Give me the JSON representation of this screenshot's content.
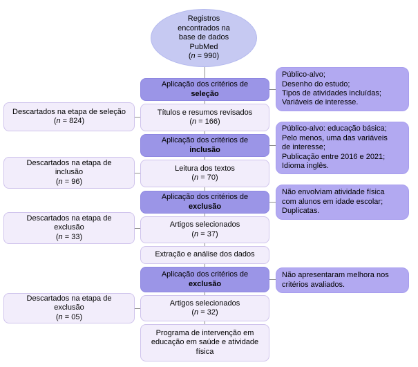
{
  "diagram": {
    "start": {
      "text": "Registros\nencontrados na\nbase de dados\nPubMed\n(n = 990)"
    },
    "steps": [
      {
        "text": "Aplicação dos critérios de\nseleção"
      },
      {
        "text": "Títulos e resumos revisados\n(n = 166)"
      },
      {
        "text": "Aplicação dos critérios de\ninclusão"
      },
      {
        "text": "Leitura dos textos\n(n = 70)"
      },
      {
        "text": "Aplicação dos critérios de\nexclusão"
      },
      {
        "text": "Artigos selecionados\n(n = 37)"
      },
      {
        "text": "Extração e análise dos dados"
      },
      {
        "text": "Aplicação dos critérios de\nexclusão"
      },
      {
        "text": "Artigos selecionados\n(n = 32)"
      },
      {
        "text": "Programa de intervenção em\neducação em saúde e atividade\nfísica"
      }
    ],
    "discarded": [
      {
        "text": "Descartados na etapa de seleção\n(n = 824)"
      },
      {
        "text": "Descartados na etapa de\ninclusão\n(n = 96)"
      },
      {
        "text": "Descartados na etapa de\nexclusão\n(n = 33)"
      },
      {
        "text": "Descartados na etapa de\nexclusão\n(n = 05)"
      }
    ],
    "criteria_notes": [
      {
        "text": "Público-alvo;\nDesenho do estudo;\nTipos de atividades incluídas;\nVariáveis de interesse."
      },
      {
        "text": "Público-alvo: educação básica;\nPelo menos, uma das variáveis\nde interesse;\nPublicação entre 2016 e 2021;\nIdioma inglês."
      },
      {
        "text": "Não envolviam atividade física\ncom alunos em idade escolar;\nDuplicatas."
      },
      {
        "text": "Não apresentaram melhora nos\ncritérios avaliados."
      }
    ],
    "colors": {
      "ellipse_fill": "#c6c9f2",
      "action_fill": "#9b95e7",
      "note_fill": "#b2a9f1",
      "light_fill": "#f2edfb",
      "light_border": "#cfc3ec",
      "connector": "#8c8c8c"
    }
  }
}
